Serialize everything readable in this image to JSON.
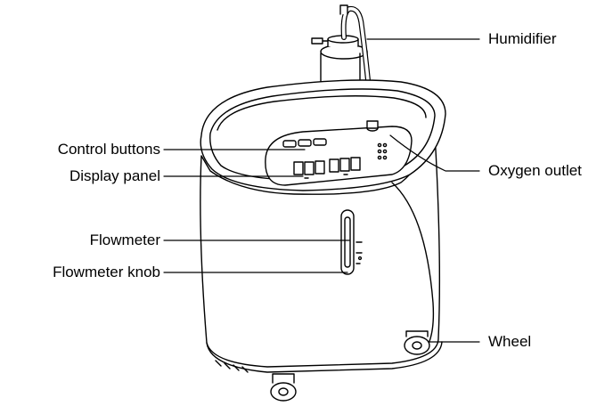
{
  "diagram": {
    "labels": {
      "humidifier": "Humidifier",
      "control_buttons": "Control buttons",
      "display_panel": "Display panel",
      "oxygen_outlet": "Oxygen outlet",
      "flowmeter": "Flowmeter",
      "flowmeter_knob": "Flowmeter knob",
      "wheel": "Wheel"
    },
    "colors": {
      "line": "#000000",
      "fill": "#ffffff"
    }
  }
}
